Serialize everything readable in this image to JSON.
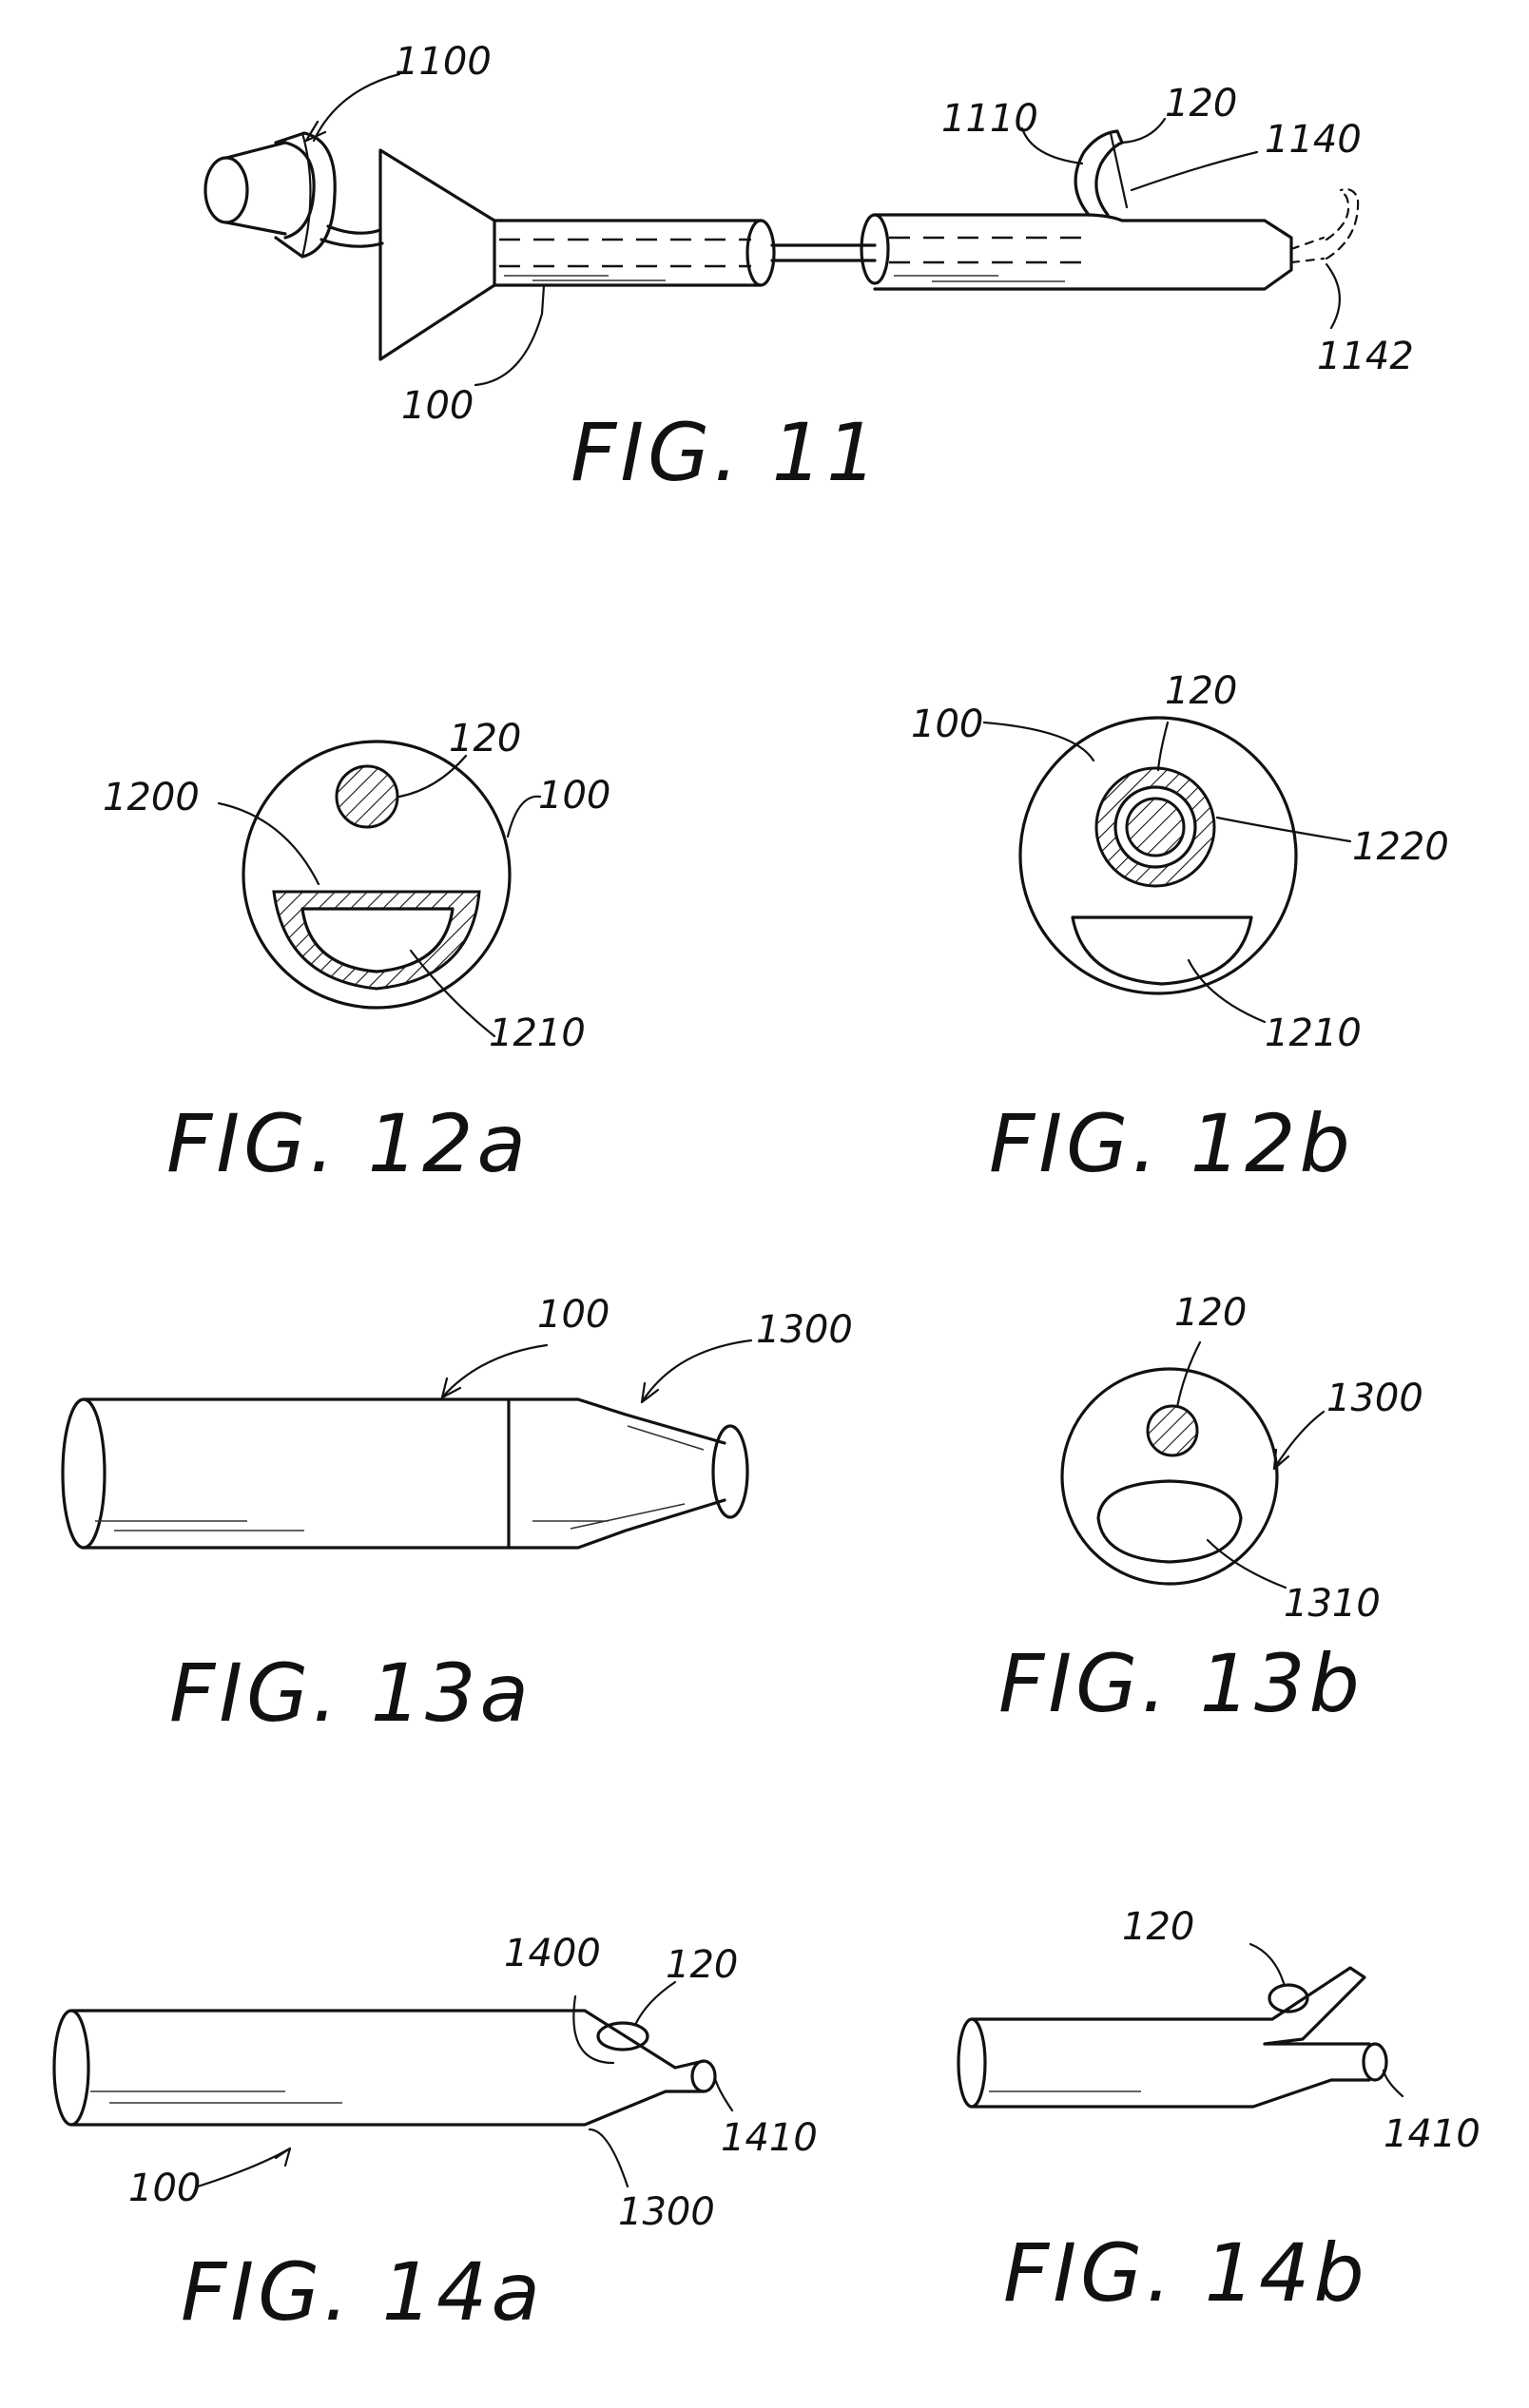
{
  "figures": {
    "fig11": {
      "caption": "FIG. 11",
      "refs": [
        "1100",
        "1110",
        "120",
        "1140",
        "1142",
        "100"
      ]
    },
    "fig12a": {
      "caption": "FIG. 12a",
      "refs": [
        "120",
        "1200",
        "100",
        "1210"
      ]
    },
    "fig12b": {
      "caption": "FIG. 12b",
      "refs": [
        "100",
        "120",
        "1220",
        "1210"
      ]
    },
    "fig13a": {
      "caption": "FIG. 13a",
      "refs": [
        "100",
        "1300"
      ]
    },
    "fig13b": {
      "caption": "FIG. 13b",
      "refs": [
        "120",
        "1300",
        "1310"
      ]
    },
    "fig14a": {
      "caption": "FIG. 14a",
      "refs": [
        "1400",
        "120",
        "1410",
        "100",
        "1300"
      ]
    },
    "fig14b": {
      "caption": "FIG. 14b",
      "refs": [
        "120",
        "1410"
      ]
    }
  }
}
